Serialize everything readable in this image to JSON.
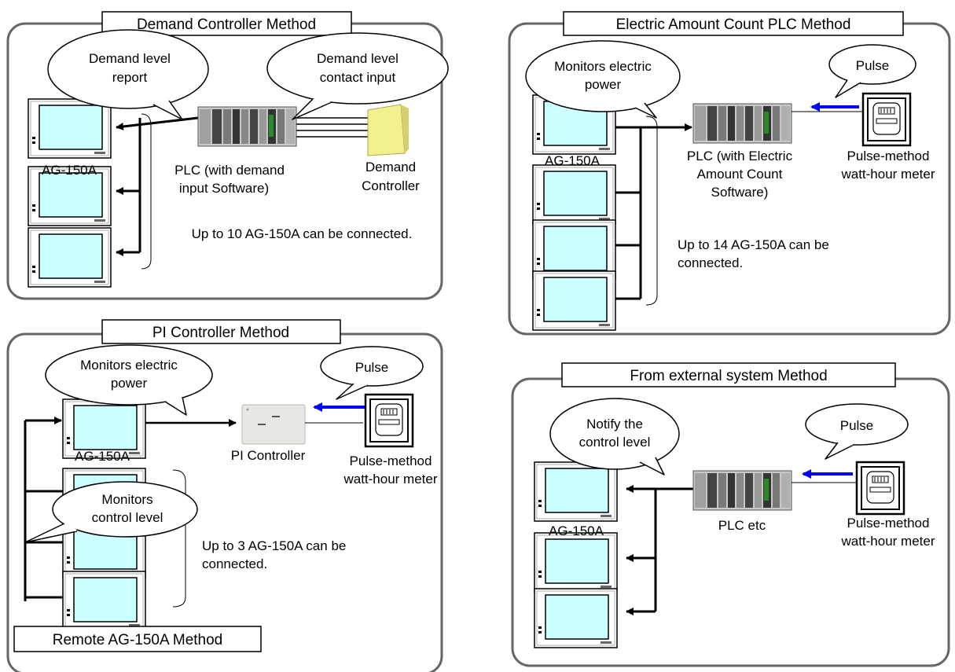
{
  "panels": {
    "demand": {
      "title": "Demand Controller Method",
      "bubble_report": [
        "Demand level",
        "report"
      ],
      "bubble_contact": [
        "Demand level",
        "contact input"
      ],
      "terminal_label": "AG-150A",
      "plc_label": [
        "PLC (with demand",
        "input Software)"
      ],
      "controller_label": [
        "Demand",
        "Controller"
      ],
      "note": "Up to 10 AG-150A can be connected."
    },
    "electric": {
      "title": "Electric Amount Count PLC Method",
      "bubble_monitor": [
        "Monitors electric",
        "power"
      ],
      "bubble_pulse": "Pulse",
      "terminal_label": "AG-150A",
      "plc_label": [
        "PLC (with Electric",
        "Amount Count",
        "Software)"
      ],
      "meter_label": [
        "Pulse-method",
        "watt-hour meter"
      ],
      "note": [
        "Up to 14 AG-150A can be",
        "connected."
      ]
    },
    "pi": {
      "title": "PI Controller Method",
      "bubble_monitor": [
        "Monitors electric",
        "power"
      ],
      "bubble_pulse": "Pulse",
      "terminal_label": "AG-150A",
      "pi_label": "PI Controller",
      "meter_label": [
        "Pulse-method",
        "watt-hour meter"
      ],
      "bubble_control": [
        "Monitors",
        "control level"
      ],
      "note": [
        "Up to 3 AG-150A can be",
        "connected."
      ],
      "remote_title": "Remote AG-150A Method"
    },
    "external": {
      "title": "From external system Method",
      "bubble_notify": [
        "Notify the",
        "control level"
      ],
      "bubble_pulse": "Pulse",
      "terminal_label": "AG-150A",
      "plc_label": "PLC etc",
      "meter_label": [
        "Pulse-method",
        "watt-hour meter"
      ]
    }
  },
  "colors": {
    "screen": "#ccffff",
    "arrow_blue": "#0000ff",
    "demand_box": "#f0f08c"
  }
}
